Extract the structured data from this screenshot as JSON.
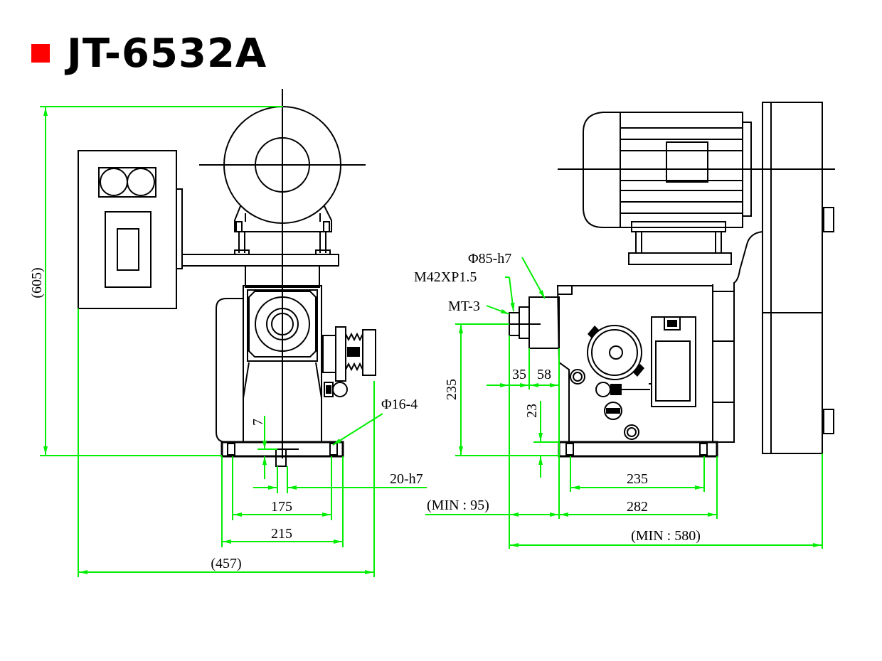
{
  "title": {
    "model": "JT-6532A",
    "bullet_color": "#ff0000"
  },
  "colors": {
    "dimension": "#00ee00",
    "outline": "#000000"
  },
  "front_view": {
    "labels": {
      "height_overall": "(605)",
      "base_offset": "7",
      "hole": "Φ16-4",
      "shaft": "20-h7",
      "hole_spacing": "175",
      "base_width": "215",
      "width_overall": "(457)"
    }
  },
  "side_view": {
    "labels": {
      "spindle_dia": "Φ85-h7",
      "thread": "M42XP1.5",
      "taper": "MT-3",
      "spindle_height": "235",
      "nose_length": "35",
      "flange_length": "58",
      "base_step": "23",
      "hole_spacing": "235",
      "base_length": "282",
      "nose_offset": "(MIN : 95)",
      "length_overall": "(MIN : 580)"
    }
  }
}
